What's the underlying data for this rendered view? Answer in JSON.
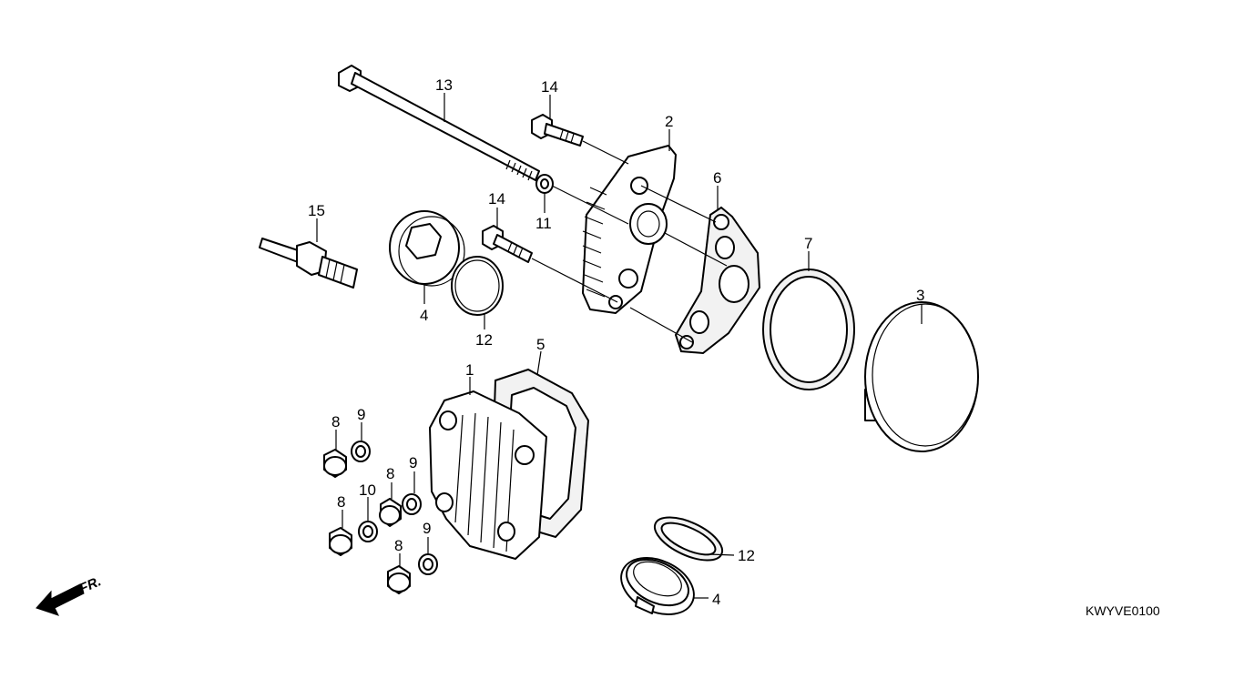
{
  "diagram_code": "KWYVE0100",
  "direction_label": "FR.",
  "colors": {
    "line": "#000000",
    "background": "#ffffff",
    "gasket_fill": "#f2f2f2"
  },
  "callouts": {
    "c13": "13",
    "c14a": "14",
    "c2": "2",
    "c6": "6",
    "c11": "11",
    "c14b": "14",
    "c15": "15",
    "c7": "7",
    "c3": "3",
    "c4a": "4",
    "c12a": "12",
    "c5": "5",
    "c1": "1",
    "c8a": "8",
    "c9a": "9",
    "c8b": "8",
    "c9b": "9",
    "c8c": "8",
    "c10": "10",
    "c9c": "9",
    "c8d": "8",
    "c12b": "12",
    "c4b": "4"
  }
}
